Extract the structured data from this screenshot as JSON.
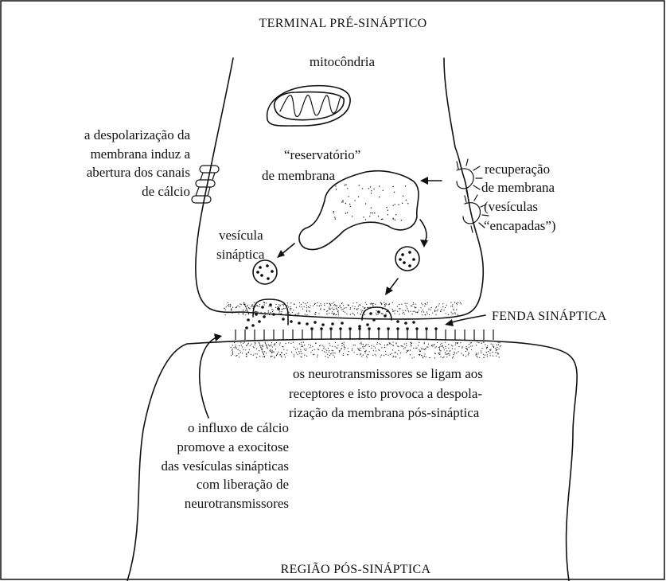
{
  "labels": {
    "presynaptic_terminal": "TERMINAL PRÉ-SINÁPTICO",
    "postsynaptic_region": "REGIÃO PÓS-SINÁPTICA",
    "mitochondria": "mitocôndria",
    "membrane_reservoir": [
      "“reservatório”",
      "de membrana"
    ],
    "synaptic_vesicle": [
      "vesícula",
      "sináptica"
    ],
    "depolarization_calcium_channels": [
      "a despolarização da",
      "membrana induz a",
      "abertura dos canais",
      "de cálcio"
    ],
    "membrane_recovery": [
      "recuperação",
      "de membrana",
      "(vesículas",
      "“encapadas”)"
    ],
    "synaptic_cleft": "FENDA SINÁPTICA",
    "neurotransmitters_bind": [
      "os neurotransmissores se ligam aos",
      "receptores e isto provoca a despola-",
      "rização da membrana pós-sináptica"
    ],
    "calcium_influx": [
      "o influxo de cálcio",
      "promove a exocitose",
      "das vesículas sinápticas",
      "com liberação de",
      "neurotransmissores"
    ]
  }
}
